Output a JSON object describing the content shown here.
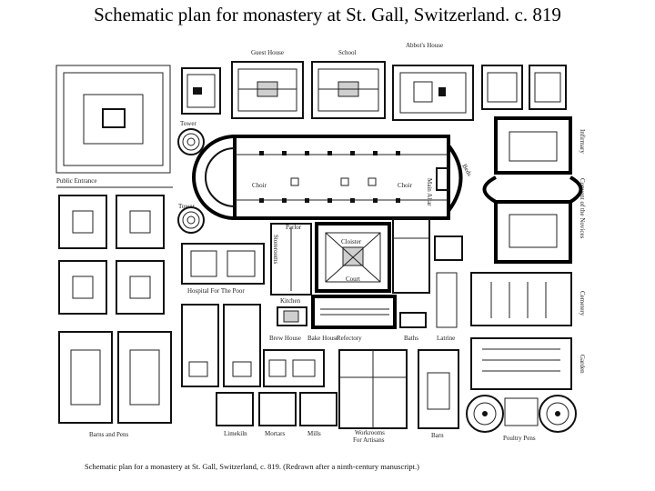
{
  "title": "Schematic plan for monastery at St. Gall, Switzerland. c. 819",
  "caption": "Schematic plan for a monastery at St. Gall, Switzerland, c. 819. (Redrawn after a ninth-century manuscript.)",
  "labels": {
    "guest_house": "Guest House",
    "school": "School",
    "abbots_house": "Abbot's House",
    "tower_top": "Tower",
    "tower_bottom": "Tower",
    "public_entrance": "Public Entrance",
    "choir_west": "Choir",
    "choir_east": "Choir",
    "main_altar": "Main Altar",
    "parlor": "Parlor",
    "storerooms": "Storerooms",
    "cloister": "Cloister",
    "court": "Court",
    "beds": "Beds",
    "hospital": "Hospital For The Poor",
    "kitchen": "Kitchen",
    "brew_house": "Brew House",
    "bake_house": "Bake House",
    "refectory": "Refectory",
    "baths": "Baths",
    "latrine": "Latrine",
    "infirmary": "Infirmary",
    "convent_novices": "Convent of the Novices",
    "cemetery": "Cemetery",
    "garden": "Garden",
    "barns_pens": "Barns and Pens",
    "lime_kiln": "Limekiln",
    "mortars": "Mortars",
    "mills": "Mills",
    "workrooms": "Workrooms",
    "for_artisans": "For Artisans",
    "barn": "Barn",
    "poultry_pens": "Poultry Pens"
  }
}
